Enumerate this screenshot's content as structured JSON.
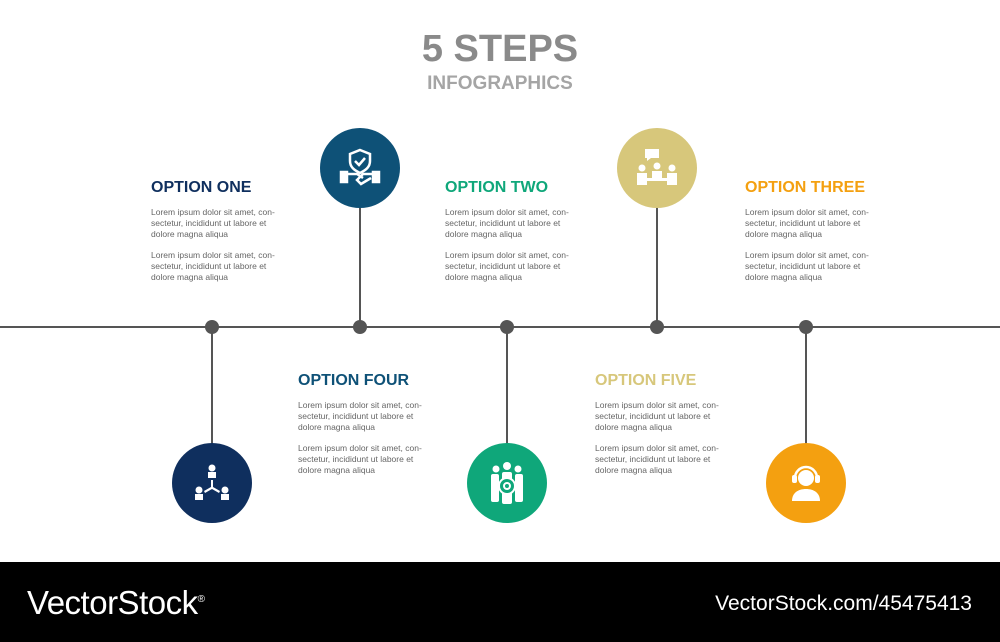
{
  "title": "5 STEPS",
  "subtitle": "INFOGRAPHICS",
  "lorem": "Lorem ipsum dolor sit amet, con-sectetur, incididunt ut labore et dolore magna aliqua",
  "options": [
    {
      "title": "OPTION ONE",
      "color": "#0f2f5e",
      "icon": "network-people-icon"
    },
    {
      "title": "OPTION TWO",
      "color": "#0fa77a",
      "icon": "team-gear-icon"
    },
    {
      "title": "OPTION THREE",
      "color": "#f4a010",
      "icon": "support-headset-icon"
    },
    {
      "title": "OPTION FOUR",
      "color": "#0e5177",
      "icon": "handshake-shield-icon"
    },
    {
      "title": "OPTION FIVE",
      "color": "#d7c77b",
      "icon": "meeting-chat-icon"
    }
  ],
  "footer": {
    "brand": "VectorStock",
    "brand_mark": "®",
    "image_id": "VectorStock.com/45475413"
  }
}
